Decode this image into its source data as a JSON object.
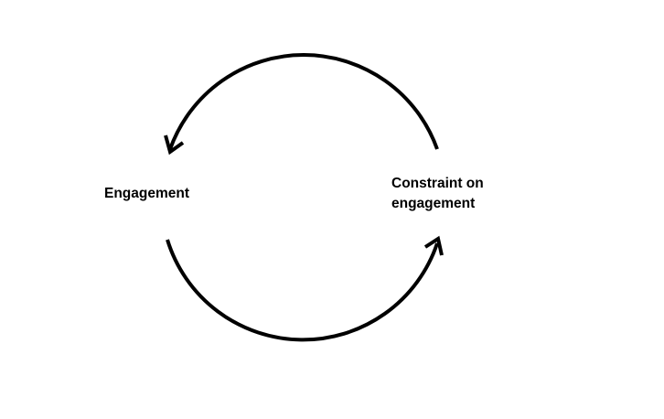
{
  "nodes": {
    "engagement": "Engagement",
    "constraint_line1": "Constraint on",
    "constraint_line2": "engagement"
  },
  "colors": {
    "stroke": "#000000",
    "background": "#ffffff"
  }
}
